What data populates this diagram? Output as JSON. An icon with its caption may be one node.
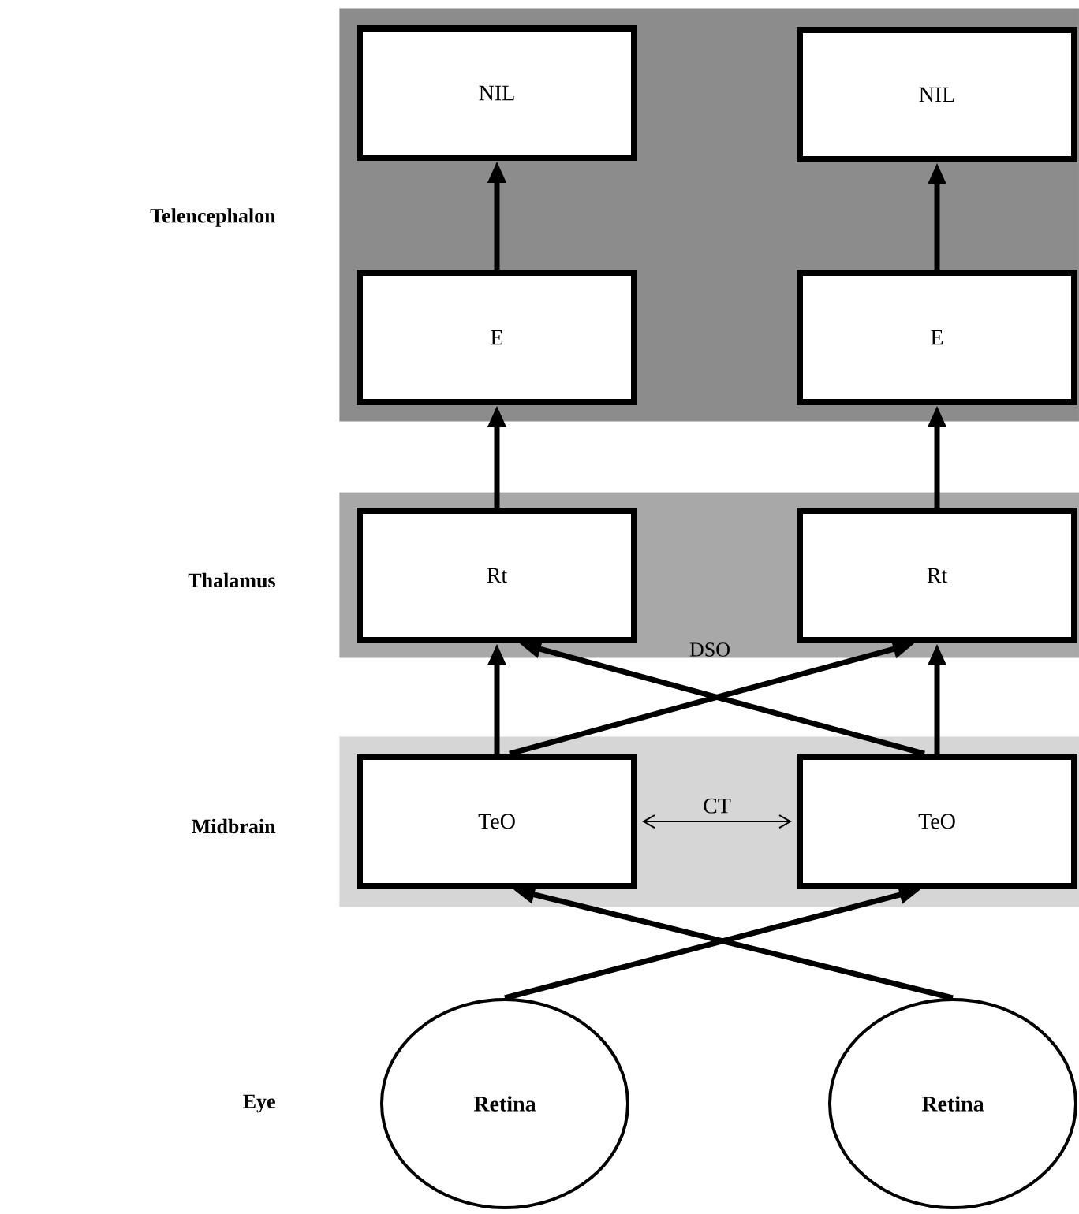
{
  "diagram": {
    "nodes": [
      {
        "text": [],
        "shape": "box"
      },
      {
        "text": [
          "NIL"
        ],
        "in": 0
      },
      {
        "text": [
          "NIL"
        ],
        "in": 0
      },
      {
        "text": [
          "E"
        ],
        "in": 0
      },
      {
        "text": [
          "E"
        ],
        "in": 0
      },
      {
        "text": [],
        "shape": "box"
      },
      {
        "text": [
          "Rt"
        ],
        "in": 5
      },
      {
        "text": [
          "Rt"
        ],
        "in": 5
      },
      {
        "text": [],
        "shape": "box"
      },
      {
        "text": [
          "TeO"
        ],
        "in": 8
      },
      {
        "text": [
          "TeO"
        ],
        "in": 8
      },
      {
        "text": [
          "Retina"
        ]
      },
      {
        "text": [
          "Retina"
        ]
      }
    ],
    "edges": [
      {
        "from": 3,
        "to": 1,
        "arrow": "to"
      },
      {
        "from": 4,
        "to": 2,
        "arrow": "to"
      },
      {
        "from": 6,
        "to": 3,
        "arrow": "to"
      },
      {
        "from": 7,
        "to": 4,
        "arrow": "to"
      },
      {
        "from": 9,
        "to": 6,
        "arrow": "to"
      },
      {
        "from": 10,
        "to": 7,
        "arrow": "to"
      },
      {
        "from": 9,
        "to": 7,
        "arrow": "to"
      },
      {
        "from": 10,
        "to": 6,
        "arrow": "to"
      },
      {
        "from": 9,
        "to": 10,
        "arrow": "both",
        "label": "CT"
      },
      {
        "from": 11,
        "to": 10,
        "arrow": "to"
      },
      {
        "from": 12,
        "to": 9,
        "arrow": "to"
      }
    ],
    "labels": [
      "Telencephalon",
      "Thalamus",
      "DSO",
      "Midbrain",
      "Eye"
    ]
  }
}
